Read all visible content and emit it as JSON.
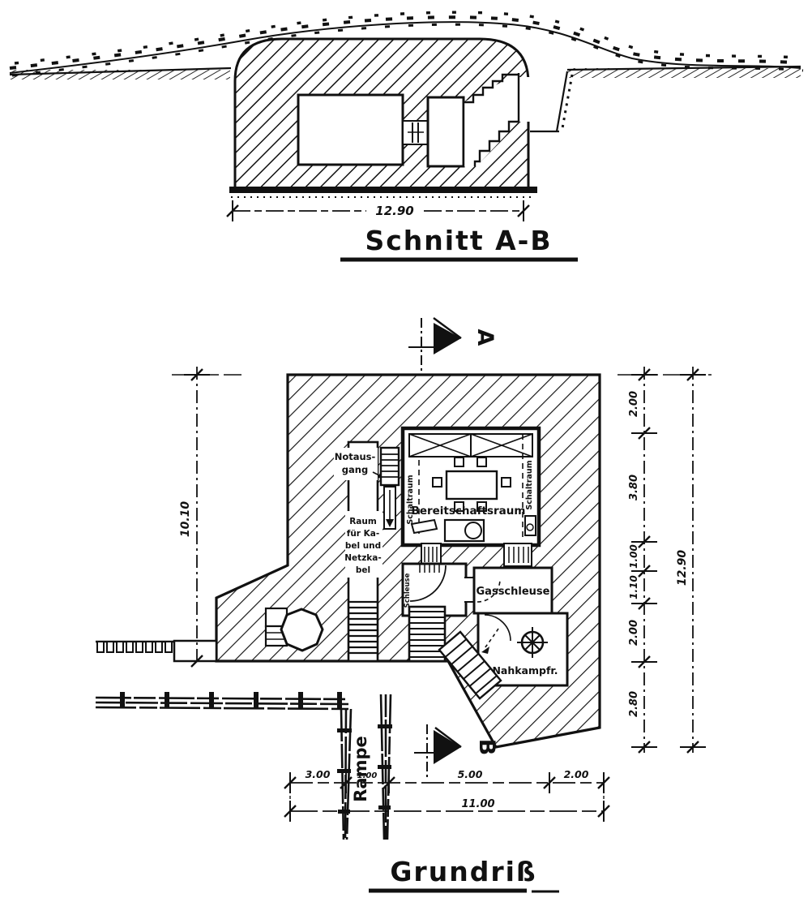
{
  "section": {
    "title": "Schnitt A-B",
    "width_dim": "12.90"
  },
  "plan": {
    "title": "Grundriß",
    "rooms": {
      "bereitschaftsraum": "Bereitschaftsraum",
      "schaltraum_left": "Schaltraum",
      "schaltraum_right": "Schaltraum",
      "gasschleuse": "Gasschleuse",
      "nahkampfraum": "Nahkampfr.",
      "schleuse": "Schleuse",
      "notausgang_line1": "Notaus-",
      "notausgang_line2": "gang",
      "kabelraum_lines": [
        "Raum",
        "für Ka-",
        "bel und",
        "Netzka-",
        "bel"
      ],
      "rampe": "Rampe"
    },
    "section_markers": {
      "a": "A",
      "b": "B"
    },
    "dims": {
      "left_total": "10.10",
      "right_chain": [
        "2.00",
        "3.80",
        "1.00",
        "1.10",
        "2.00",
        "2.80"
      ],
      "right_total": "12.90",
      "bottom_chain": [
        "3.00",
        "1.00",
        "5.00",
        "2.00"
      ],
      "bottom_total": "11.00"
    }
  },
  "ink_color": "#111111",
  "paper_color": "#ffffff"
}
